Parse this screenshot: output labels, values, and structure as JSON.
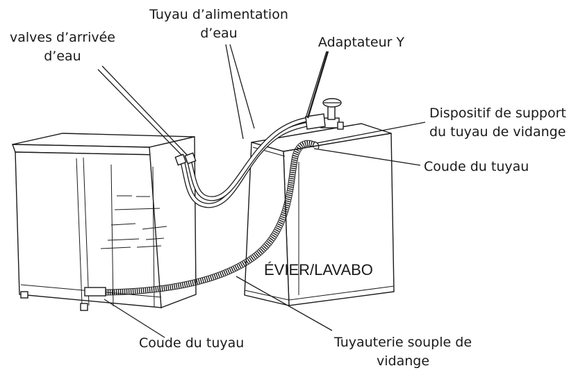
{
  "labels": {
    "supply_hose": [
      "Tuyau d’alimentation",
      "d’eau"
    ],
    "inlet_valves": [
      "valves d’arrivée",
      "d’eau"
    ],
    "y_adapter": "Adaptateur Y",
    "drain_support": [
      "Dispositif de support",
      "du tuyau de vidange"
    ],
    "hose_elbow_right": "Coude du tuyau",
    "sink": "ÉVIER/LAVABO",
    "hose_elbow_bottom": "Coude du tuyau",
    "drain_hose": [
      "Tuyauterie souple de",
      "vidange"
    ]
  },
  "colors": {
    "ink": "#1a1a1a",
    "paper": "#ffffff"
  }
}
